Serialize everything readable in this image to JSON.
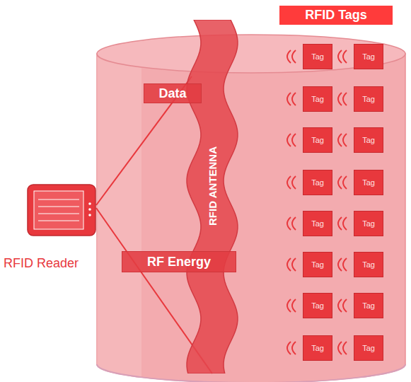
{
  "diagram": {
    "nodes": [
      {
        "text": [
          "RFID Tags"
        ]
      },
      {
        "text": [
          "RFID Reader"
        ]
      },
      {
        "text": [
          "Data"
        ]
      },
      {
        "text": [
          "RF Energy"
        ]
      },
      {
        "text": [
          "RFID ANTENNA"
        ]
      },
      {
        "text": [
          "Tag"
        ]
      },
      {
        "text": [
          "Tag"
        ]
      },
      {
        "text": [
          "Tag"
        ]
      },
      {
        "text": [
          "Tag"
        ]
      },
      {
        "text": [
          "Tag"
        ]
      },
      {
        "text": [
          "Tag"
        ]
      },
      {
        "text": [
          "Tag"
        ]
      },
      {
        "text": [
          "Tag"
        ]
      },
      {
        "text": [
          "Tag"
        ]
      },
      {
        "text": [
          "Tag"
        ]
      },
      {
        "text": [
          "Tag"
        ]
      },
      {
        "text": [
          "Tag"
        ]
      },
      {
        "text": [
          "Tag"
        ]
      },
      {
        "text": [
          "Tag"
        ]
      },
      {
        "text": [
          "Tag"
        ]
      },
      {
        "text": [
          "Tag"
        ]
      }
    ],
    "edges": [
      {
        "from": 1,
        "to": 4,
        "arrow": "none"
      },
      {
        "from": 1,
        "to": 4,
        "arrow": "none"
      }
    ]
  }
}
